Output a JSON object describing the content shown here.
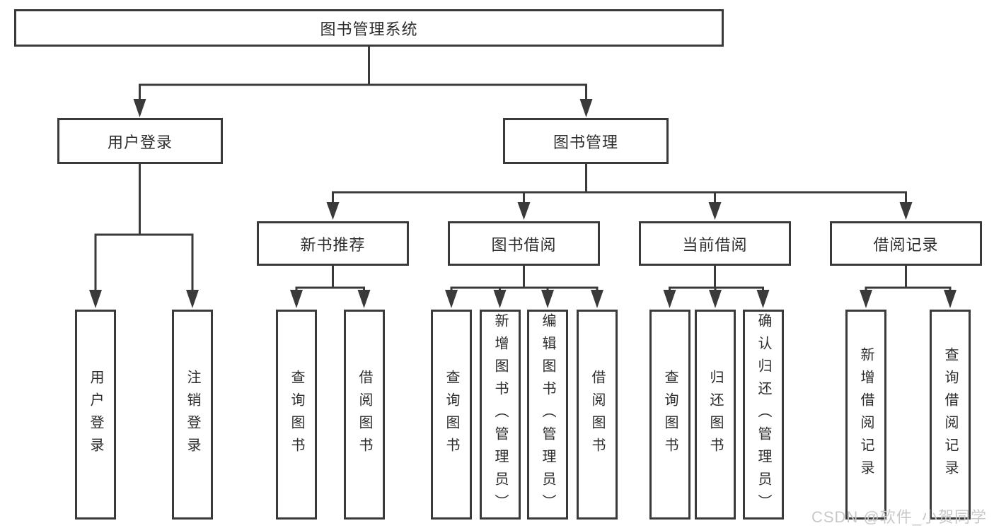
{
  "diagram": {
    "colors": {
      "line": "#3a3a3a",
      "text": "#2d2d2d",
      "watermark": "#c8c8c8",
      "background": "#ffffff"
    },
    "tree": {
      "label": "图书管理系统",
      "children": [
        {
          "label": "用户登录",
          "children": [
            {
              "label": "用户登录"
            },
            {
              "label": "注销登录"
            }
          ]
        },
        {
          "label": "图书管理",
          "children": [
            {
              "label": "新书推荐",
              "children": [
                {
                  "label": "查询图书"
                },
                {
                  "label": "借阅图书"
                }
              ]
            },
            {
              "label": "图书借阅",
              "children": [
                {
                  "label": "查询图书"
                },
                {
                  "label": "新增图书（管理员）"
                },
                {
                  "label": "编辑图书（管理员）"
                },
                {
                  "label": "借阅图书"
                }
              ]
            },
            {
              "label": "当前借阅",
              "children": [
                {
                  "label": "查询图书"
                },
                {
                  "label": "归还图书"
                },
                {
                  "label": "确认归还（管理员）"
                }
              ]
            },
            {
              "label": "借阅记录",
              "children": [
                {
                  "label": "新增借阅记录"
                },
                {
                  "label": "查询借阅记录"
                }
              ]
            }
          ]
        }
      ]
    },
    "watermark": "CSDN @软件_小贺同学"
  }
}
